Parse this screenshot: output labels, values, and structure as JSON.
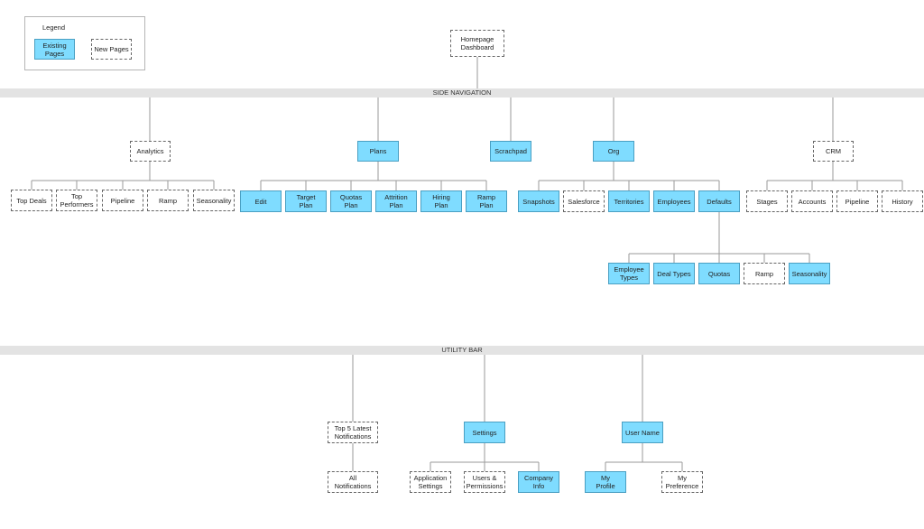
{
  "legend": {
    "title": "Legend",
    "existing_label": "Existing\nPages",
    "new_label": "New Pages"
  },
  "colors": {
    "existing_fill": "#7fdcff",
    "existing_border": "#4a9fc2",
    "new_border": "#666666",
    "band": "#e3e3e3"
  },
  "homepage": "Homepage\nDashboard",
  "side_navigation": {
    "label": "SIDE NAVIGATION",
    "analytics": {
      "label": "Analytics",
      "children": [
        "Top Deals",
        "Top\nPerformers",
        "Pipeline",
        "Ramp",
        "Seasonality"
      ]
    },
    "plans": {
      "label": "Plans",
      "children": [
        "Edit",
        "Target\nPlan",
        "Quotas\nPlan",
        "Attrition\nPlan",
        "Hiring\nPlan",
        "Ramp\nPlan"
      ]
    },
    "scrachpad": {
      "label": "Scrachpad"
    },
    "org": {
      "label": "Org",
      "children": [
        "Snapshots",
        "Salesforce",
        "Territories",
        "Employees",
        "Defaults"
      ],
      "defaults_children": [
        "Employee\nTypes",
        "Deal Types",
        "Quotas",
        "Ramp",
        "Seasonality"
      ]
    },
    "crm": {
      "label": "CRM",
      "children": [
        "Stages",
        "Accounts",
        "Pipeline",
        "History"
      ]
    }
  },
  "utility_bar": {
    "label": "UTILITY BAR",
    "notifications": {
      "label": "Top 5 Latest\nNotifications",
      "child": "All\nNotifications"
    },
    "settings": {
      "label": "Settings",
      "children": [
        "Application\nSettings",
        "Users &\nPermissions",
        "Company\nInfo"
      ]
    },
    "user": {
      "label": "User Name",
      "children": [
        "My\nProfile",
        "My\nPreference"
      ]
    }
  }
}
